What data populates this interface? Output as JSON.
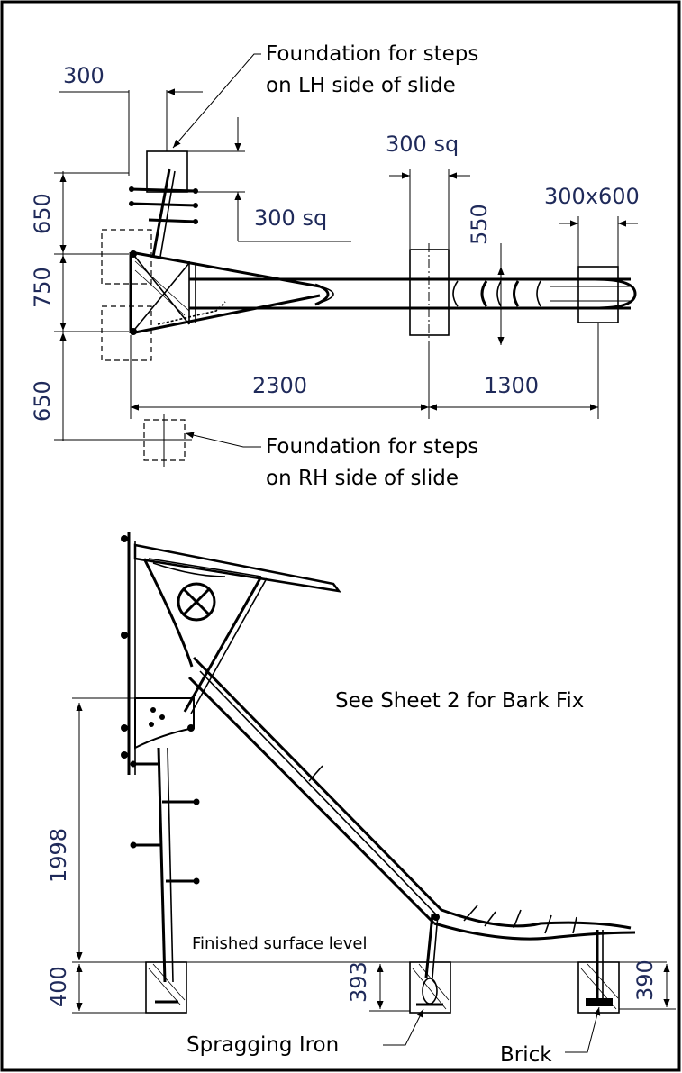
{
  "plan": {
    "dims": {
      "d300": "300",
      "d300sq_top": "300 sq",
      "d300sq_left": "300 sq",
      "d550": "550",
      "d300x600": "300x600",
      "d650_top": "650",
      "d750": "750",
      "d650_bottom": "650",
      "d2300": "2300",
      "d1300": "1300"
    },
    "notes": {
      "lh_line1": "Foundation for steps",
      "lh_line2": "on LH side of slide",
      "rh_line1": "Foundation for steps",
      "rh_line2": "on RH side of slide"
    }
  },
  "elevation": {
    "note_bark": "See Sheet 2 for Bark Fix",
    "note_surface": "Finished surface level",
    "dims": {
      "d1998": "1998",
      "d400": "400",
      "d393": "393",
      "d390": "390"
    },
    "labels": {
      "spragging": "Spragging Iron",
      "brick": "Brick"
    }
  }
}
